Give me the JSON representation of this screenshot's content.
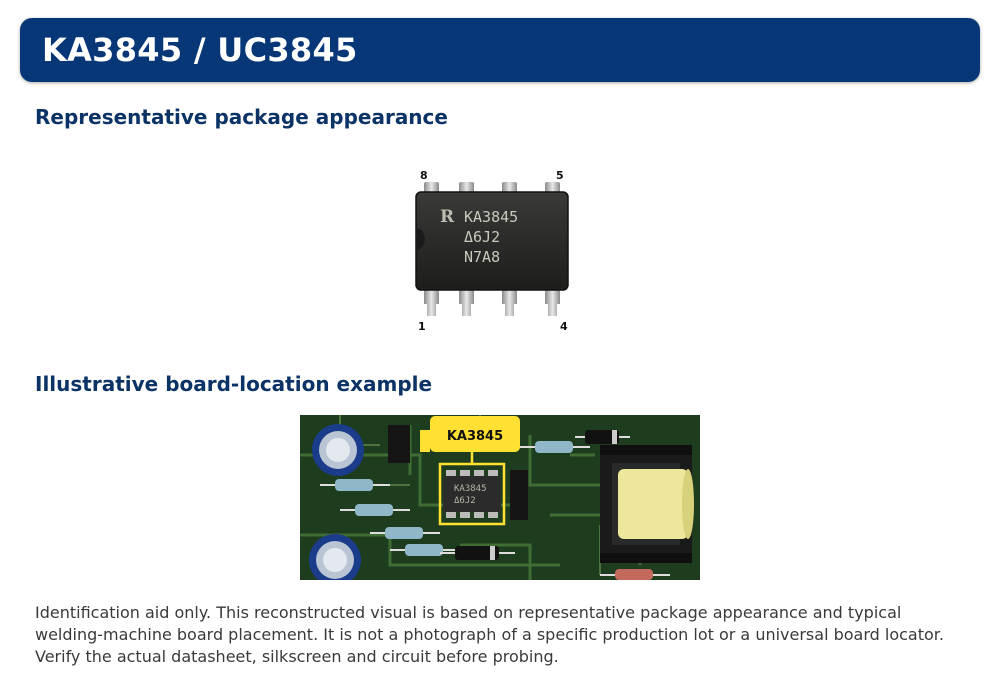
{
  "header": {
    "title": "KA3845 / UC3845"
  },
  "section_package": {
    "title": "Representative package appearance",
    "chip_marking": {
      "line1": "KA3845",
      "line2": "Δ6J2",
      "line3": "N7A8"
    },
    "pin_labels": {
      "top_left": "8",
      "top_right": "5",
      "bottom_left": "1",
      "bottom_right": "4"
    }
  },
  "section_board": {
    "title": "Illustrative board-location example",
    "callout_label": "KA3845",
    "board_chip_marking": {
      "line1": "KA3845",
      "line2": "Δ6J2"
    }
  },
  "footnote": "Identification aid only. This reconstructed visual is based on representative package appearance and typical welding-machine board placement. It is not a photograph of a specific production lot or a universal board locator. Verify the actual datasheet, silkscreen and circuit before probing.",
  "colors": {
    "banner": "#083778",
    "section_title": "#0c3366",
    "callout": "#ffe033",
    "board": "#1e3d1e"
  }
}
